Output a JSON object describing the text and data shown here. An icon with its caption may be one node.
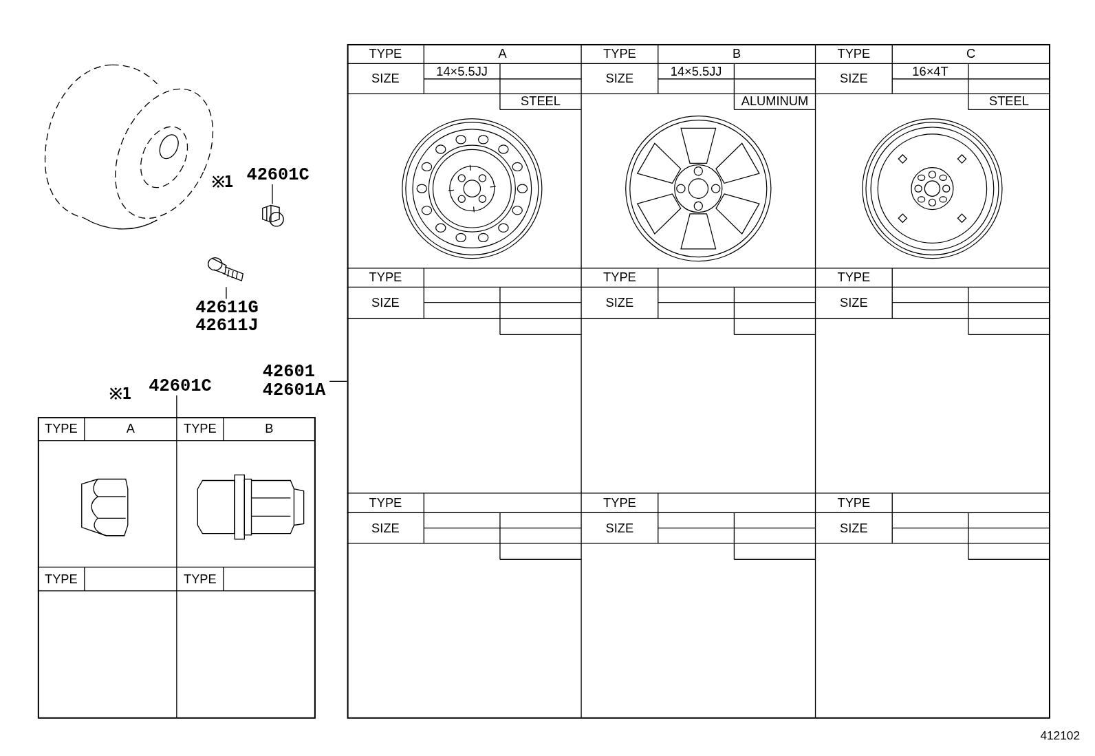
{
  "diagram": {
    "nodes": [
      {
        "text": [
          "42601C"
        ]
      },
      {
        "text": [],
        "shape": "picture"
      },
      {
        "text": [
          "42611G",
          "42611J"
        ]
      },
      {
        "text": [],
        "shape": "picture"
      },
      {
        "text": [
          "42601",
          "42601A"
        ]
      },
      {
        "text": [],
        "shape": "box"
      },
      {
        "text": [
          "42601C"
        ]
      },
      {
        "text": [],
        "shape": "box"
      }
    ],
    "edges": [
      {
        "from": 0,
        "to": 1,
        "arrow": "none"
      },
      {
        "from": 3,
        "to": 2,
        "arrow": "none"
      },
      {
        "from": 4,
        "to": 5,
        "arrow": "none"
      },
      {
        "from": 6,
        "to": 7,
        "arrow": "none"
      }
    ],
    "labels": [
      "※1",
      "※1",
      "TYPE",
      "A",
      "TYPE",
      "B",
      "TYPE",
      "C",
      "SIZE",
      "14×5.5JJ",
      "SIZE",
      "14×5.5JJ",
      "SIZE",
      "16×4T",
      "STEEL",
      "ALUMINUM",
      "STEEL",
      "TYPE",
      "TYPE",
      "TYPE",
      "SIZE",
      "SIZE",
      "SIZE",
      "TYPE",
      "TYPE",
      "TYPE",
      "SIZE",
      "SIZE",
      "SIZE",
      "TYPE",
      "A",
      "TYPE",
      "B",
      "TYPE",
      "TYPE",
      "412102"
    ]
  }
}
